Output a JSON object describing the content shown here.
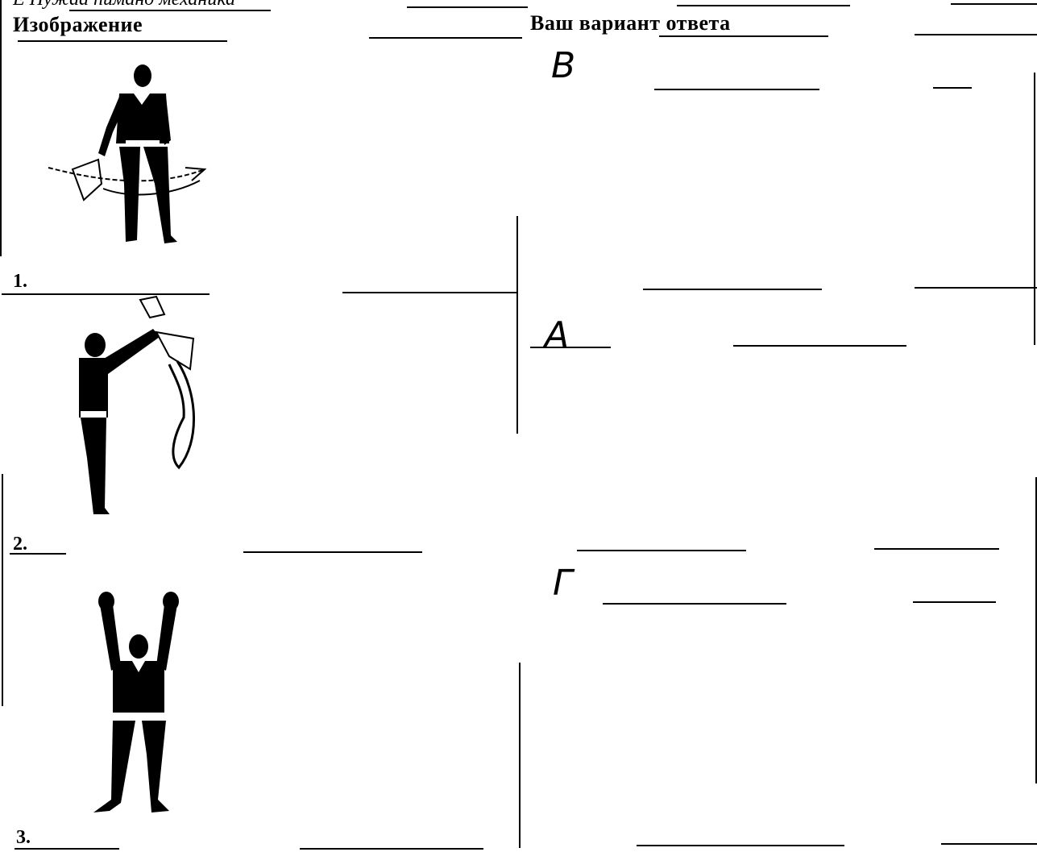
{
  "document": {
    "top_text": "Е Пужаа пиманд механика",
    "col_image_header": "Изображение",
    "col_answer_header": "Ваш вариант ответа",
    "rows": [
      {
        "number": "1.",
        "figure": "signaler-waving-flag-low-icon",
        "answer": "В"
      },
      {
        "number": "2.",
        "figure": "signaler-raising-flag-icon",
        "answer": "А"
      },
      {
        "number": "3.",
        "figure": "signaler-arms-raised-icon",
        "answer": "Г"
      }
    ]
  }
}
